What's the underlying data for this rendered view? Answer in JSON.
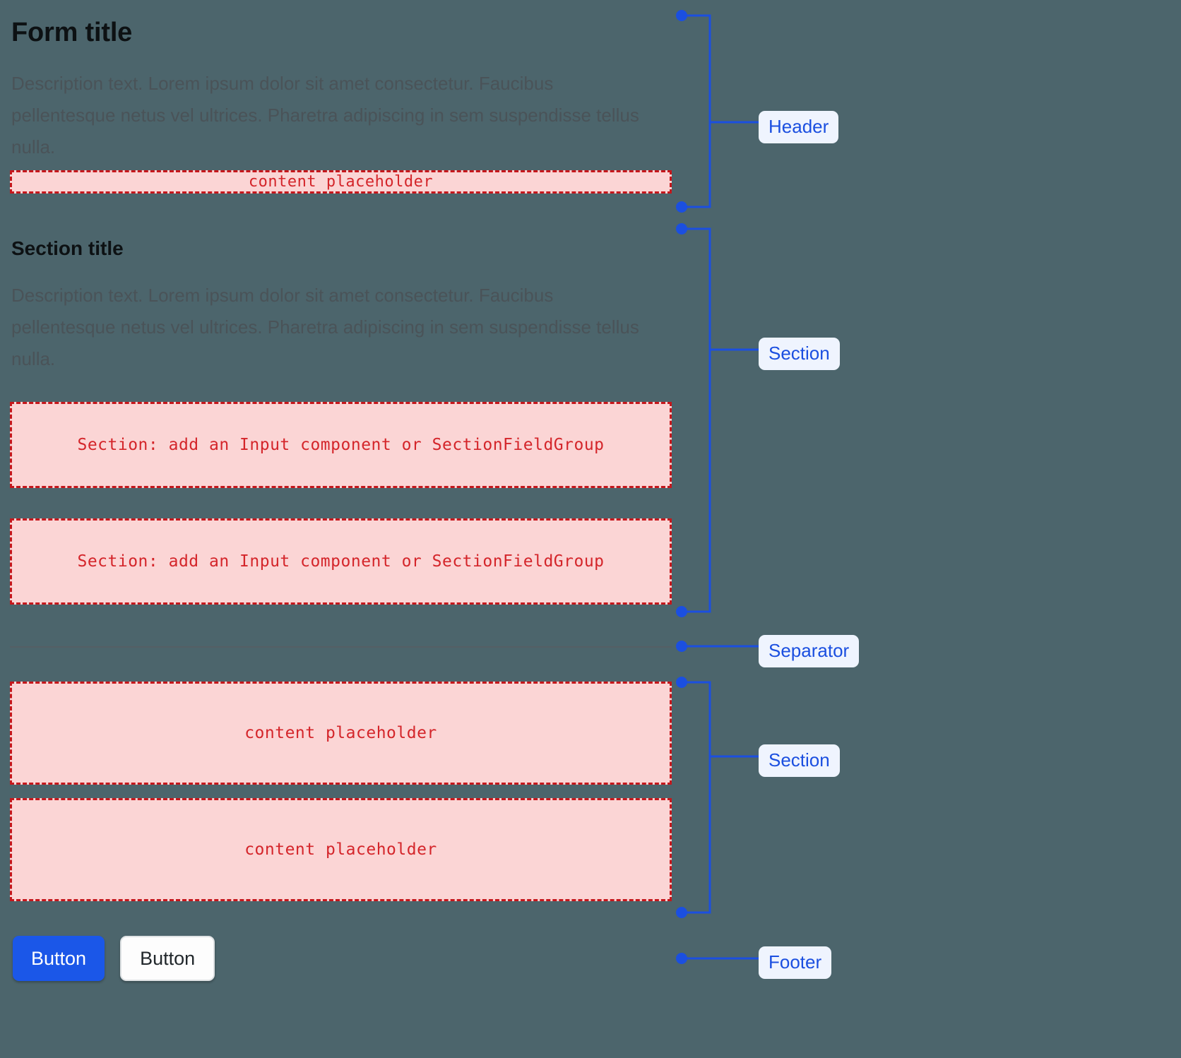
{
  "theme": {
    "page_bg": "#4c656c",
    "placeholder_fill": "#fbd5d5",
    "placeholder_border": "#c5171c",
    "placeholder_text": "#d4252a",
    "annotation_accent": "#1b4fe0",
    "chip_bg": "#eff4fe",
    "primary_button_bg": "#1b57e8",
    "separator_color": "#555f65"
  },
  "form": {
    "title": "Form title",
    "header_description": "Description text. Lorem ipsum dolor sit amet consectetur. Faucibus pellentesque netus vel ultrices. Pharetra adipiscing in sem suspendisse tellus nulla.",
    "header_placeholder": "content placeholder",
    "section": {
      "title": "Section title",
      "description": "Description text. Lorem ipsum dolor sit amet consectetur. Faucibus pellentesque netus vel ultrices. Pharetra adipiscing in sem suspendisse tellus nulla.",
      "field_placeholder_1": "Section: add an Input component or SectionFieldGroup",
      "field_placeholder_2": "Section: add an Input component or SectionFieldGroup"
    },
    "lower_section": {
      "placeholder_1": "content placeholder",
      "placeholder_2": "content placeholder"
    },
    "footer": {
      "primary_button": "Button",
      "secondary_button": "Button"
    }
  },
  "annotations": {
    "header": "Header",
    "section_top": "Section",
    "separator": "Separator",
    "section_bottom": "Section",
    "footer": "Footer"
  }
}
